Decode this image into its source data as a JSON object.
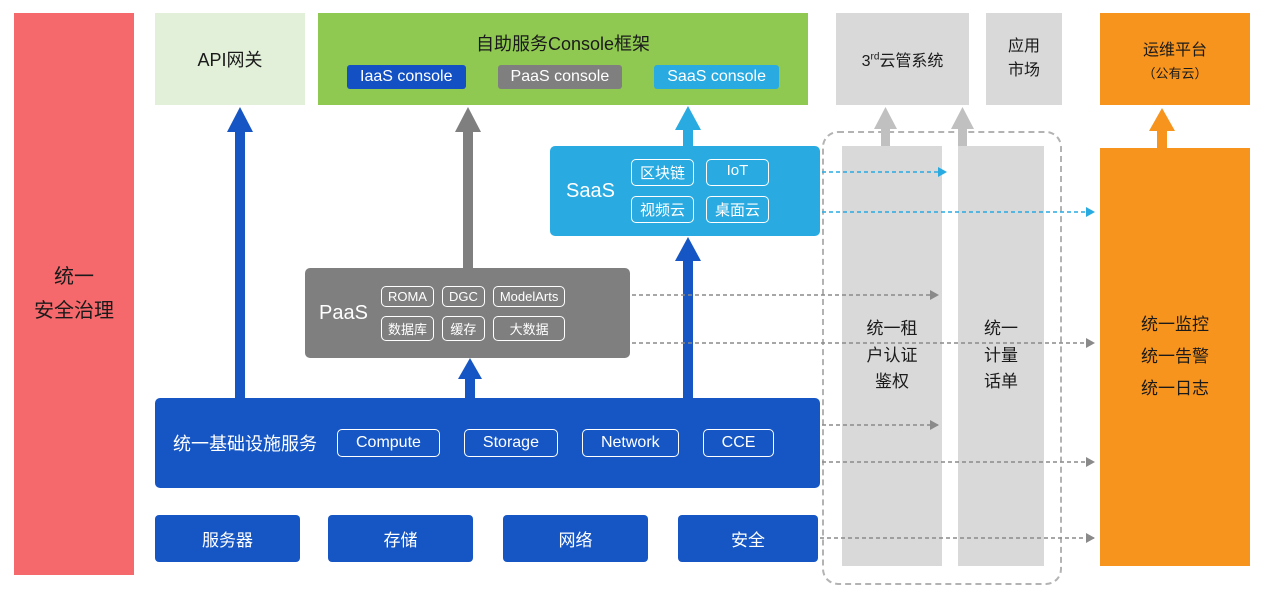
{
  "colors": {
    "accent_red": "#F5696C",
    "light_green": "#E2F0D9",
    "green": "#90C952",
    "blue": "#1656C4",
    "gray": "#7F7F7F",
    "light_gray": "#D9D9D9",
    "cyan": "#29ABE2",
    "orange": "#F7941E"
  },
  "left": {
    "security": "统一\n安全治理"
  },
  "top": {
    "api_gateway": "API网关",
    "console": {
      "title": "自助服务Console框架",
      "iaas_btn": "IaaS console",
      "paas_btn": "PaaS console",
      "saas_btn": "SaaS console"
    },
    "third_cloud": {
      "prefix": "3",
      "sup": "rd",
      "text": "云管系统"
    },
    "app_market": "应用\n市场",
    "om_platform": {
      "line1": "运维平台",
      "line2": "（公有云）"
    }
  },
  "saas": {
    "label": "SaaS",
    "chips": [
      "区块链",
      "IoT",
      "视频云",
      "桌面云"
    ]
  },
  "paas": {
    "label": "PaaS",
    "chips": [
      "ROMA",
      "DGC",
      "ModelArts",
      "数据库",
      "缓存",
      "大数据"
    ]
  },
  "iaas": {
    "label": "统一基础设施服务",
    "chips": [
      "Compute",
      "Storage",
      "Network",
      "CCE"
    ]
  },
  "hardware": [
    "服务器",
    "存储",
    "网络",
    "安全"
  ],
  "right": {
    "auth": "统一租\n户认证\n鉴权",
    "metering": "统一\n计量\n话单",
    "monitor": "统一监控\n统一告警\n统一日志"
  }
}
